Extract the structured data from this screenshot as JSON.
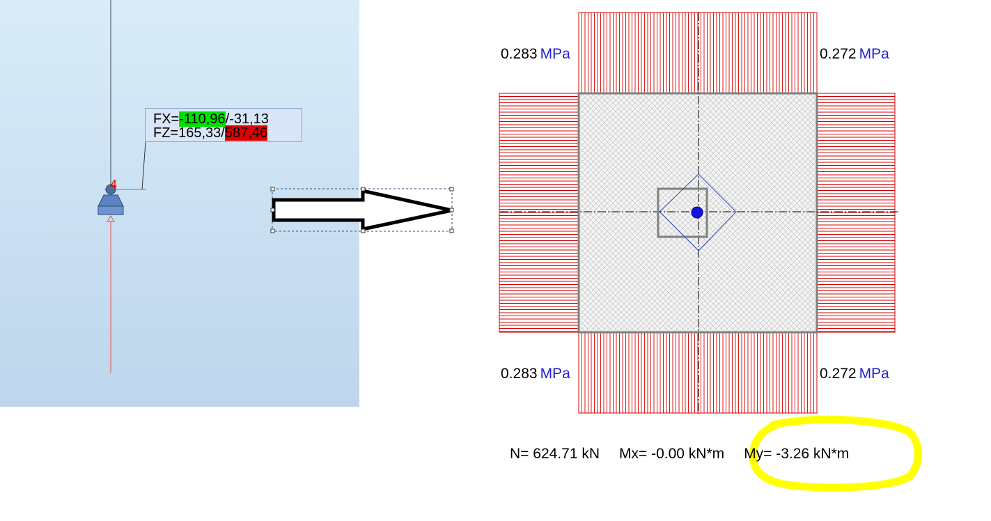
{
  "left_view": {
    "node_number": "4",
    "tooltip": {
      "fx_prefix": "FX=",
      "fx_min": "-110,96",
      "fx_separator": "/",
      "fx_max": "-31,13",
      "fz_prefix": "FZ=",
      "fz_min": "165,33",
      "fz_separator": "/",
      "fz_max": "587,46"
    }
  },
  "pressure_diagram": {
    "top_left_value": "0.283",
    "top_right_value": "0.272",
    "bottom_left_value": "0.283",
    "bottom_right_value": "0.272",
    "unit": "MPa"
  },
  "summary": {
    "n": "N= 624.71 kN",
    "mx": "Mx= -0.00 kN*m",
    "my": "My= -3.26 kN*m"
  },
  "colors": {
    "stress_hatch": "#d40000",
    "unit_text": "#1f1fd6",
    "highlight": "#ffff00",
    "green_highlight": "#00e000",
    "red_highlight": "#e00000",
    "footing_outline": "#808080"
  },
  "icons": {
    "node-support": "pinned-support-icon",
    "arrow": "right-arrow-icon"
  }
}
